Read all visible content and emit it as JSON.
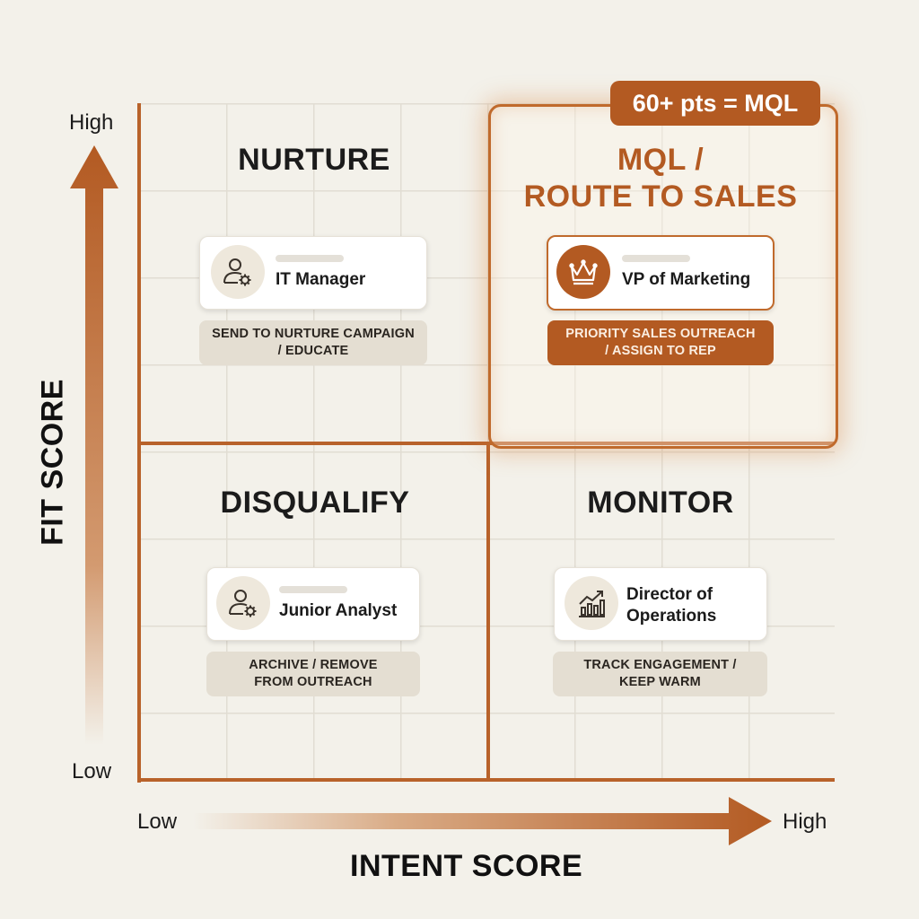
{
  "axes": {
    "y": {
      "title": "FIT SCORE",
      "high": "High",
      "low": "Low"
    },
    "x": {
      "title": "INTENT SCORE",
      "high": "High",
      "low": "Low"
    }
  },
  "threshold_badge": "60+ pts = MQL",
  "quadrants": {
    "nurture": {
      "title": "NURTURE",
      "card_label": "IT Manager",
      "action": [
        "SEND TO NURTURE CAMPAIGN",
        "/ EDUCATE"
      ],
      "icon": "user-gear-icon"
    },
    "mql": {
      "title_line1": "MQL /",
      "title_line2": "ROUTE TO SALES",
      "card_label": "VP of Marketing",
      "action": [
        "PRIORITY SALES OUTREACH",
        "/ ASSIGN TO REP"
      ],
      "icon": "crown-icon"
    },
    "disqualify": {
      "title": "DISQUALIFY",
      "card_label": "Junior Analyst",
      "action": [
        "ARCHIVE / REMOVE",
        "FROM OUTREACH"
      ],
      "icon": "user-gear-icon"
    },
    "monitor": {
      "title": "MONITOR",
      "card_label_line1": "Director of",
      "card_label_line2": "Operations",
      "action": [
        "TRACK ENGAGEMENT /",
        "KEEP WARM"
      ],
      "icon": "chart-trend-icon"
    }
  },
  "colors": {
    "accent": "#b35a22",
    "accent_border": "#c06a2c",
    "background": "#f3f1ea",
    "neutral_pill": "#e4ded2"
  }
}
